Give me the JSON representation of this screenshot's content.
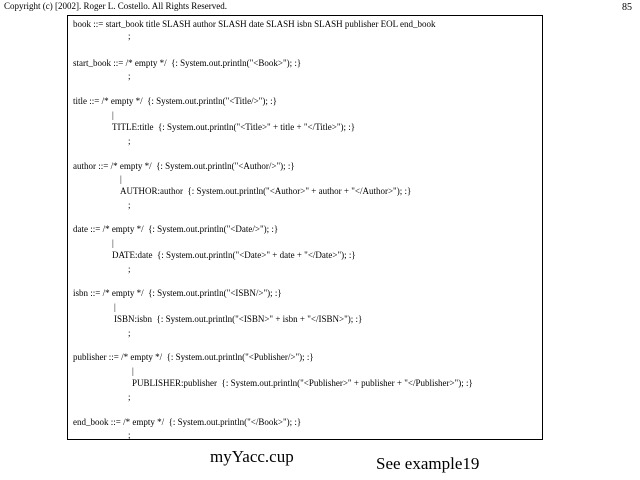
{
  "header": {
    "copyright": "Copyright (c) [2002].  Roger L. Costello.  All Rights Reserved.",
    "page_number": "85"
  },
  "code": {
    "lines": [
      "book ::= start_book title SLASH author SLASH date SLASH isbn SLASH publisher EOL end_book",
      ";",
      "start_book ::= /* empty */  {: System.out.println(\"<Book>\"); :}",
      ";",
      "title ::= /* empty */  {: System.out.println(\"<Title/>\"); :}",
      "|",
      "TITLE:title  {: System.out.println(\"<Title>\" + title + \"</Title>\"); :}",
      ";",
      "author ::= /* empty */  {: System.out.println(\"<Author/>\"); :}",
      "|",
      "AUTHOR:author  {: System.out.println(\"<Author>\" + author + \"</Author>\"); :}",
      ";",
      "date ::= /* empty */  {: System.out.println(\"<Date/>\"); :}",
      "|",
      "DATE:date  {: System.out.println(\"<Date>\" + date + \"</Date>\"); :}",
      ";",
      "isbn ::= /* empty */  {: System.out.println(\"<ISBN/>\"); :}",
      "|",
      "ISBN:isbn  {: System.out.println(\"<ISBN>\" + isbn + \"</ISBN>\"); :}",
      ";",
      "publisher ::= /* empty */  {: System.out.println(\"<Publisher/>\"); :}",
      "|",
      "PUBLISHER:publisher  {: System.out.println(\"<Publisher>\" + publisher + \"</Publisher>\"); :}",
      ";",
      "end_book ::= /* empty */  {: System.out.println(\"</Book>\"); :}",
      ";"
    ]
  },
  "captions": {
    "filename": "myYacc.cup",
    "see_example": "See example19"
  }
}
